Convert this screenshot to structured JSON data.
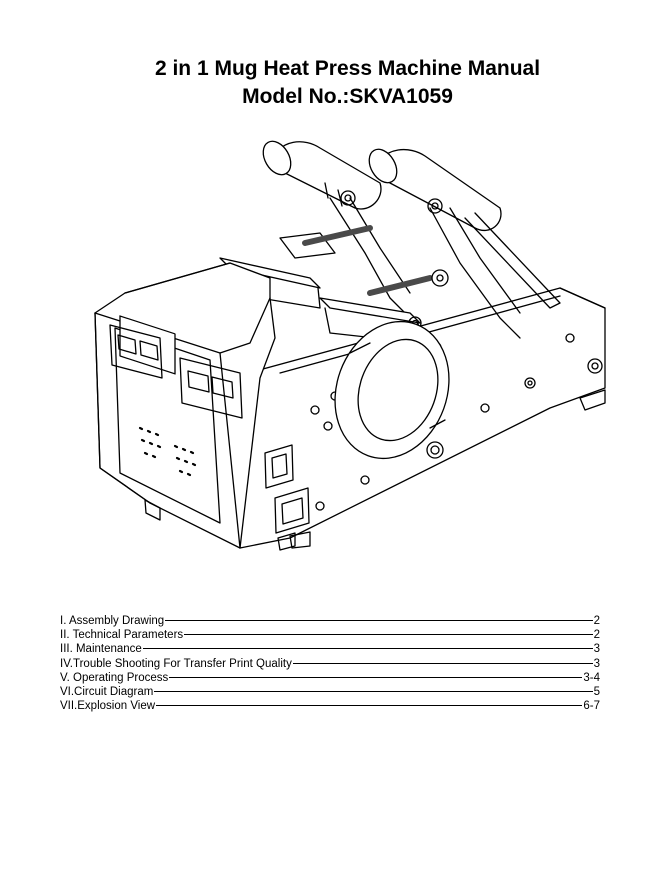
{
  "document": {
    "title_line1": "2 in 1 Mug Heat Press Machine  Manual",
    "title_line2": "Model No.:SKVA1059"
  },
  "toc": [
    {
      "label": "I. Assembly Drawing ",
      "page": "2"
    },
    {
      "label": "II. Technical Parameters ",
      "page": "2"
    },
    {
      "label": "III. Maintenance ",
      "page": "3"
    },
    {
      "label": "IV.Trouble Shooting For Transfer Print Quality",
      "page": "3"
    },
    {
      "label": "V. Operating Process ",
      "page": "3-4"
    },
    {
      "label": "VI.Circuit Diagram",
      "page": "5"
    },
    {
      "label": "VII.Explosion View",
      "page": "6-7"
    }
  ],
  "colors": {
    "text": "#000000",
    "background": "#ffffff",
    "drawing_line": "#000000",
    "drawing_shade": "#4a4a4a"
  }
}
